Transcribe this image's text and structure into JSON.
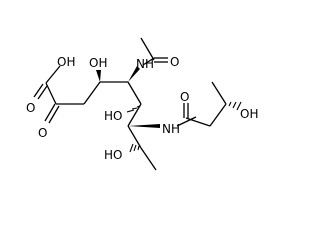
{
  "molecule": {
    "atoms": {
      "carboxyl_oh": "OH",
      "carboxyl_o": "O",
      "ketone_o": "O",
      "oh_c4": "OH",
      "nh_c5": "NH",
      "acetyl_o": "O",
      "oh_c6": "HO",
      "nh_c7": "NH",
      "amide_o": "O",
      "oh_side": "OH",
      "oh_c8": "HO"
    }
  }
}
